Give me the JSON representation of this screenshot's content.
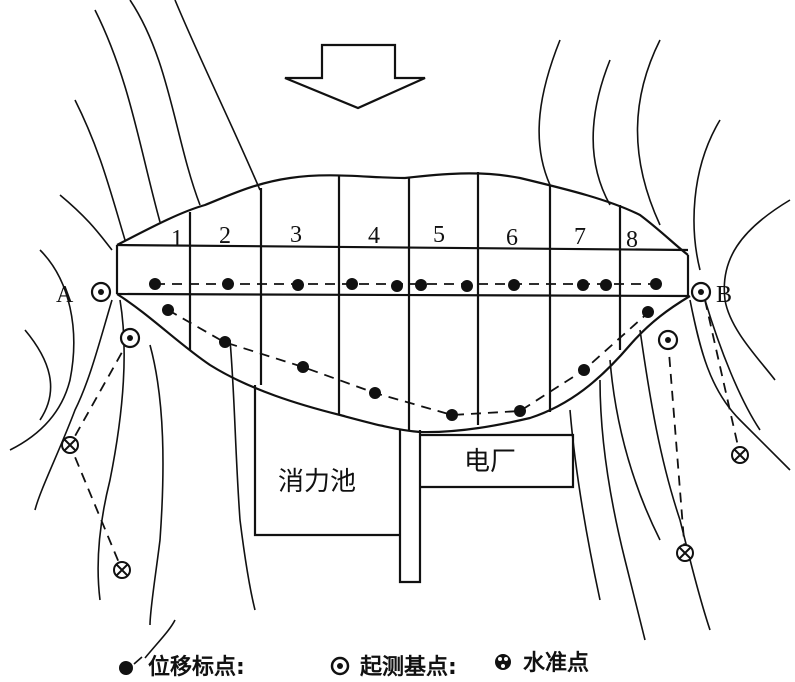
{
  "diagram": {
    "blocks": [
      "1",
      "2",
      "3",
      "4",
      "5",
      "6",
      "7",
      "8"
    ],
    "left_abutment_label": "A",
    "right_abutment_label": "B",
    "stilling_basin_label": "消力池",
    "power_plant_label": "电厂",
    "flow_direction_icon": "down-arrow"
  },
  "legend": {
    "displacement_point": "位移标点:",
    "reference_point": "起测基点:",
    "leveling_point": "水准点"
  }
}
